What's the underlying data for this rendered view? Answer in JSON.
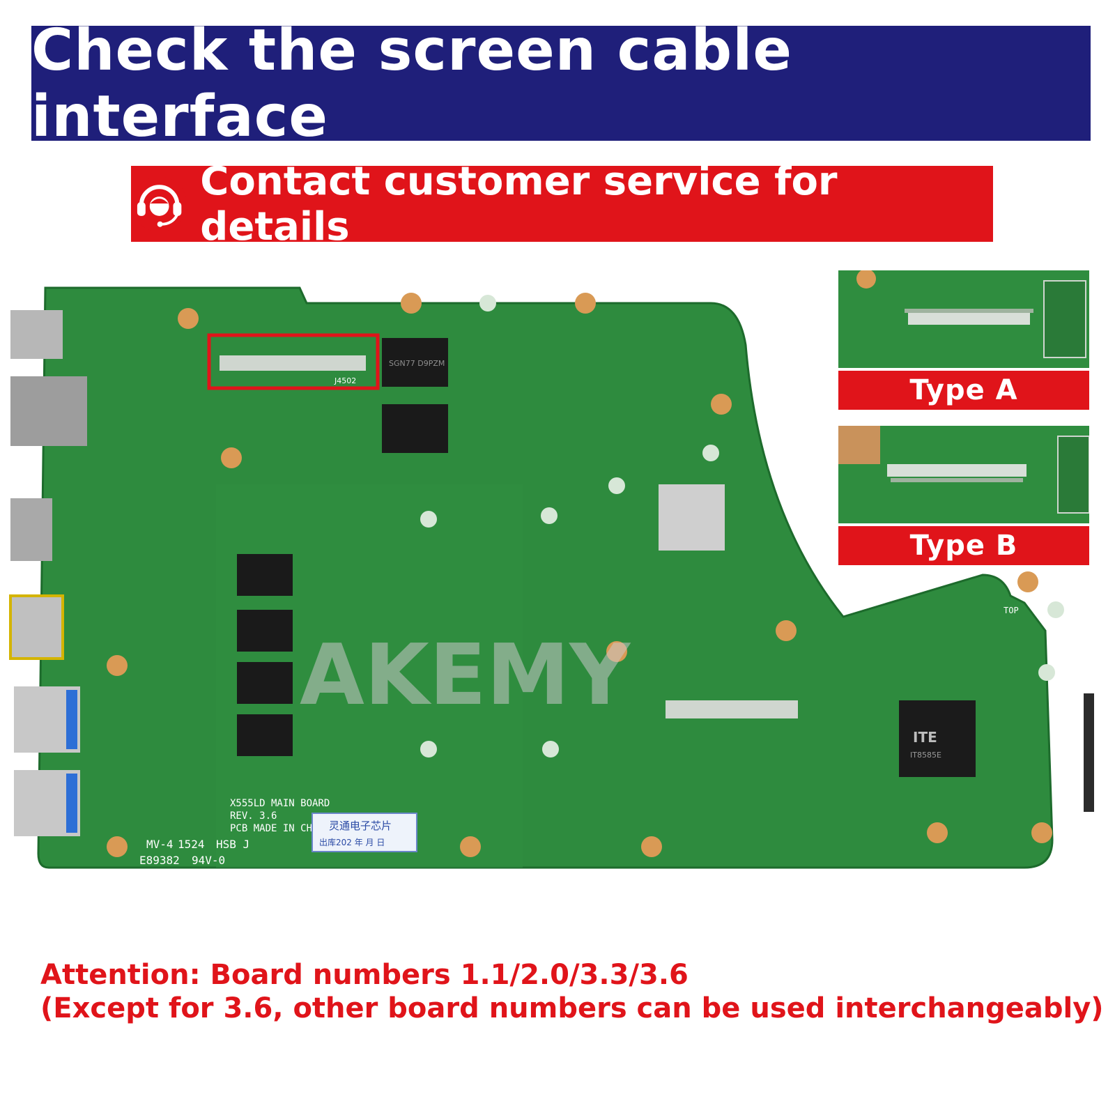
{
  "header": {
    "title": "Check the screen cable interface",
    "background": "#1f1f7a"
  },
  "contact_banner": {
    "label": "Contact customer service for details",
    "icon": "headset-icon",
    "background": "#e0141a"
  },
  "board": {
    "model_label": "X555LD MAIN BOARD",
    "rev_label": "REV. 3.6",
    "made_label": "PCB MADE IN CHI",
    "code_label": "E89382",
    "rating_label": "94V-0",
    "mv_label": "MV-4",
    "date_label": "1524",
    "hsb_label": "HSB J",
    "chip_vendor": "ITE",
    "chip_model": "IT8585E",
    "ram_label": "SGN77 D9PZM",
    "top_label": "TOP",
    "connector_label": "J4502",
    "watermark": "AKEMY",
    "sticker_line1": "灵通电子芯片",
    "sticker_line2": "出库202 年 月 日",
    "board_color": "#2e8b3e"
  },
  "types": [
    {
      "label": "Type A"
    },
    {
      "label": "Type B"
    }
  ],
  "attention": {
    "line1": "Attention: Board numbers 1.1/2.0/3.3/3.6",
    "line2": "(Except for 3.6, other board numbers can be used interchangeably)",
    "color": "#e0141a"
  }
}
